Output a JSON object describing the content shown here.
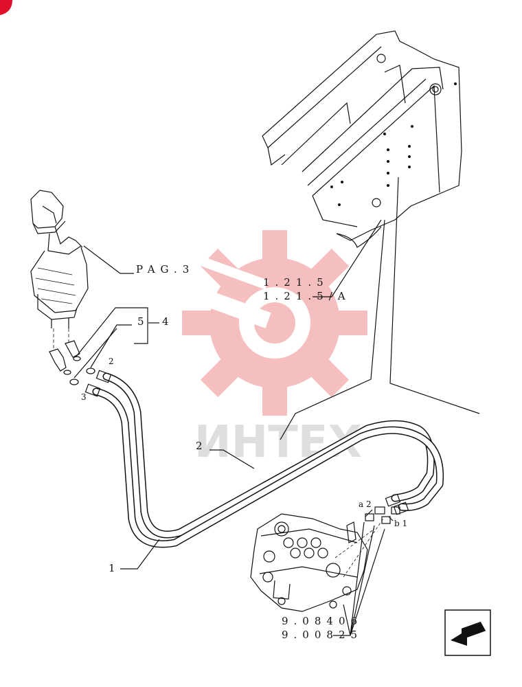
{
  "labels": {
    "pag3": "PAG.3",
    "ref_a": "1.21.5",
    "ref_b": "1.21.5/A",
    "item_5": "5",
    "item_4": "4",
    "item_2_small": "2",
    "item_3_small": "3",
    "item_2": "2",
    "item_1": "1",
    "port_a2": "a 2",
    "port_b1": "b 1",
    "ref_c": "9.08406",
    "ref_d": "9.00825"
  },
  "watermark": {
    "text": "ИНТЕХ",
    "color": "#f5b5b5"
  },
  "nav": {
    "icon": "arrow-back-icon"
  }
}
